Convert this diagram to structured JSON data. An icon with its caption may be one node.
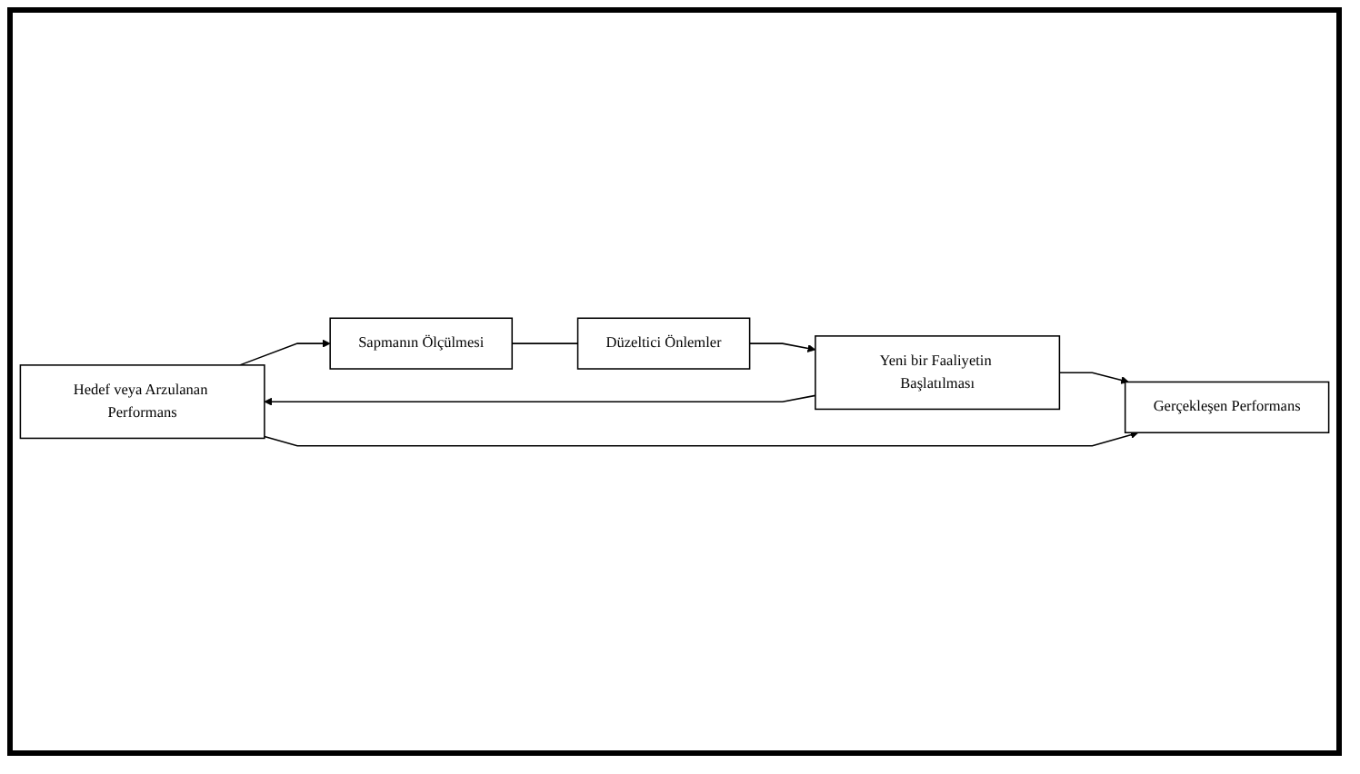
{
  "diagram": {
    "nodes": [
      {
        "text": [
          "Hedef veya Arzulanan Performans"
        ]
      },
      {
        "text": [
          "Yeni bir Faaliyetin Başlatılması"
        ]
      },
      {
        "text": [
          "Sapmanın Ölçülmesi"
        ]
      },
      {
        "text": [
          "Gerçekleşen Performans"
        ]
      },
      {
        "text": [
          "Düzeltici Önlemler"
        ]
      }
    ],
    "edges": [
      {
        "from": 1,
        "to": 0,
        "arrow": "to"
      },
      {
        "from": 1,
        "to": 3,
        "arrow": "to"
      },
      {
        "from": 0,
        "to": 3,
        "arrow": "to"
      },
      {
        "from": 0,
        "to": 2,
        "arrow": "to"
      },
      {
        "from": 2,
        "to": 4,
        "arrow": "none"
      },
      {
        "from": 4,
        "to": 1,
        "arrow": "to"
      }
    ]
  }
}
